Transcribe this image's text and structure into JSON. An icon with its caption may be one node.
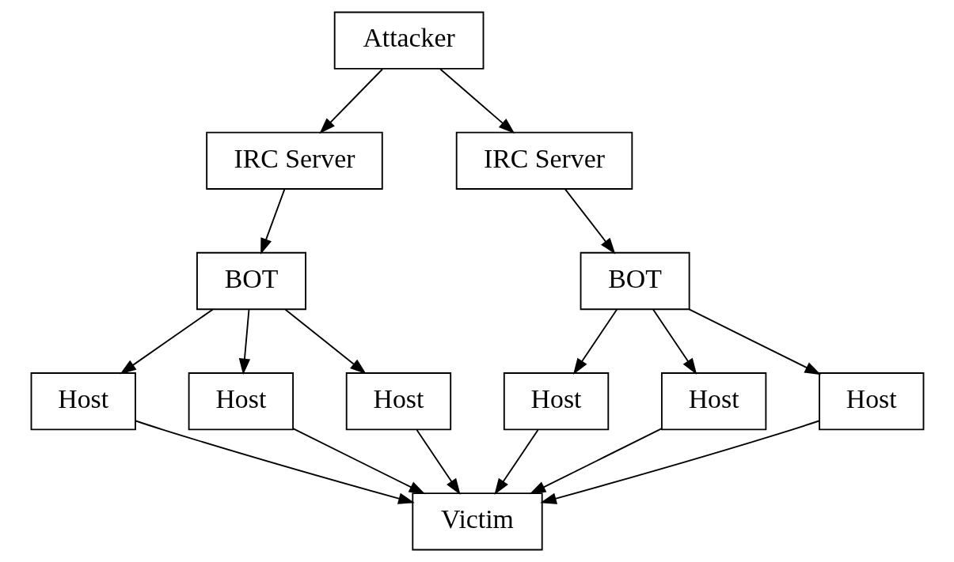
{
  "diagram": {
    "nodes": [
      {
        "text": [
          "Attacker"
        ]
      },
      {
        "text": [
          "IRC Server"
        ]
      },
      {
        "text": [
          "IRC Server"
        ]
      },
      {
        "text": [
          "BOT"
        ]
      },
      {
        "text": [
          "BOT"
        ]
      },
      {
        "text": [
          "Host"
        ]
      },
      {
        "text": [
          "Host"
        ]
      },
      {
        "text": [
          "Host"
        ]
      },
      {
        "text": [
          "Host"
        ]
      },
      {
        "text": [
          "Host"
        ]
      },
      {
        "text": [
          "Host"
        ]
      },
      {
        "text": [
          "Victim"
        ]
      }
    ],
    "edges": [
      {
        "from": 0,
        "to": 1,
        "arrow": "to"
      },
      {
        "from": 0,
        "to": 2,
        "arrow": "to"
      },
      {
        "from": 1,
        "to": 3,
        "arrow": "to"
      },
      {
        "from": 2,
        "to": 4,
        "arrow": "to"
      },
      {
        "from": 3,
        "to": 5,
        "arrow": "to"
      },
      {
        "from": 3,
        "to": 6,
        "arrow": "to"
      },
      {
        "from": 3,
        "to": 7,
        "arrow": "to"
      },
      {
        "from": 4,
        "to": 8,
        "arrow": "to"
      },
      {
        "from": 4,
        "to": 9,
        "arrow": "to"
      },
      {
        "from": 4,
        "to": 10,
        "arrow": "to"
      },
      {
        "from": 5,
        "to": 11,
        "arrow": "to"
      },
      {
        "from": 6,
        "to": 11,
        "arrow": "to"
      },
      {
        "from": 7,
        "to": 11,
        "arrow": "to"
      },
      {
        "from": 8,
        "to": 11,
        "arrow": "to"
      },
      {
        "from": 9,
        "to": 11,
        "arrow": "to"
      },
      {
        "from": 10,
        "to": 11,
        "arrow": "to"
      }
    ]
  }
}
